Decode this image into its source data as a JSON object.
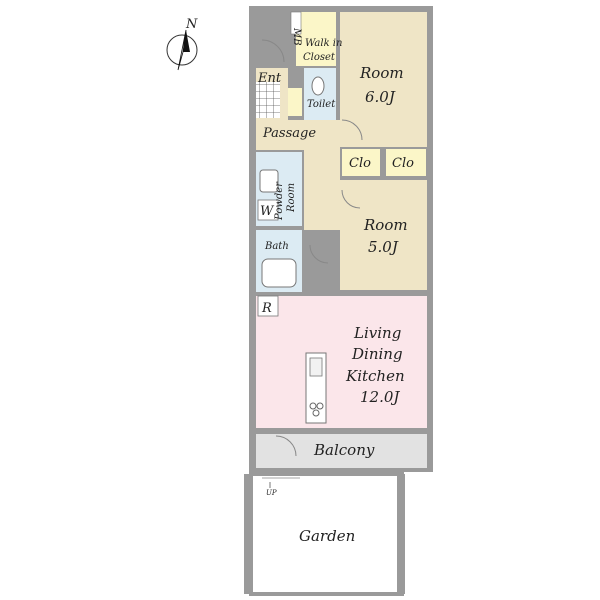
{
  "compass": {
    "label": "N"
  },
  "rooms": {
    "me": "MB",
    "walk_in_closet": "Walk in Closet",
    "walk_in_closet_l1": "Walk in",
    "walk_in_closet_l2": "Closet",
    "room1_name": "Room",
    "room1_size": "6.0J",
    "entrance": "Ent",
    "toilet": "Toilet",
    "passage": "Passage",
    "closet_left": "Clo",
    "closet_right": "Clo",
    "washer": "W",
    "powder_l1": "Powder",
    "powder_l2": "Room",
    "room2_name": "Room",
    "room2_size": "5.0J",
    "bath": "Bath",
    "refrigerator": "R",
    "ldk_l1": "Living",
    "ldk_l2": "Dining",
    "ldk_l3": "Kitchen",
    "ldk_size": "12.0J",
    "balcony": "Balcony",
    "up": "UP",
    "garden": "Garden"
  },
  "colors": {
    "wall": "#9a9a9a",
    "room_beige": "#efe5c6",
    "closet_yellow": "#fbf6c8",
    "wet_blue": "#dcebf3",
    "ldk_pink": "#fbe6ea",
    "balcony_gray": "#e2e2e2",
    "entrance_tile": "#ffffff"
  }
}
